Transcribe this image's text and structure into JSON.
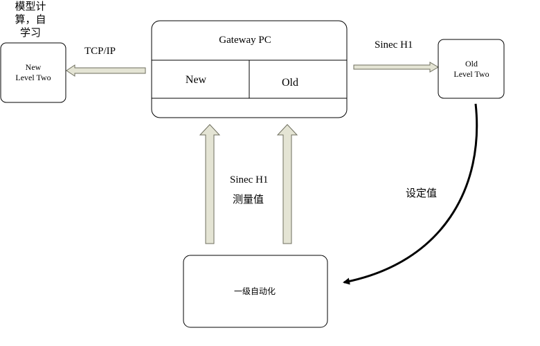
{
  "nodes": {
    "new_level_two": {
      "line1": "New",
      "line2": "Level Two"
    },
    "old_level_two": {
      "line1": "Old",
      "line2": "Level Two"
    },
    "gateway": {
      "title": "Gateway PC",
      "left_cell": "New",
      "right_cell": "Old"
    },
    "level_one": {
      "label": "一级自动化"
    }
  },
  "labels": {
    "model_calc": [
      "模型计",
      "算，自",
      "学习"
    ],
    "tcp_ip": "TCP/IP",
    "sinec_top": "Sinec H1",
    "sinec_mid": "Sinec H1",
    "measured": "测量值",
    "setpoint": "设定值"
  },
  "colors": {
    "arrow_fill": "#e4e4d4",
    "arrow_stroke": "#6e6e5e",
    "line": "#000000"
  }
}
